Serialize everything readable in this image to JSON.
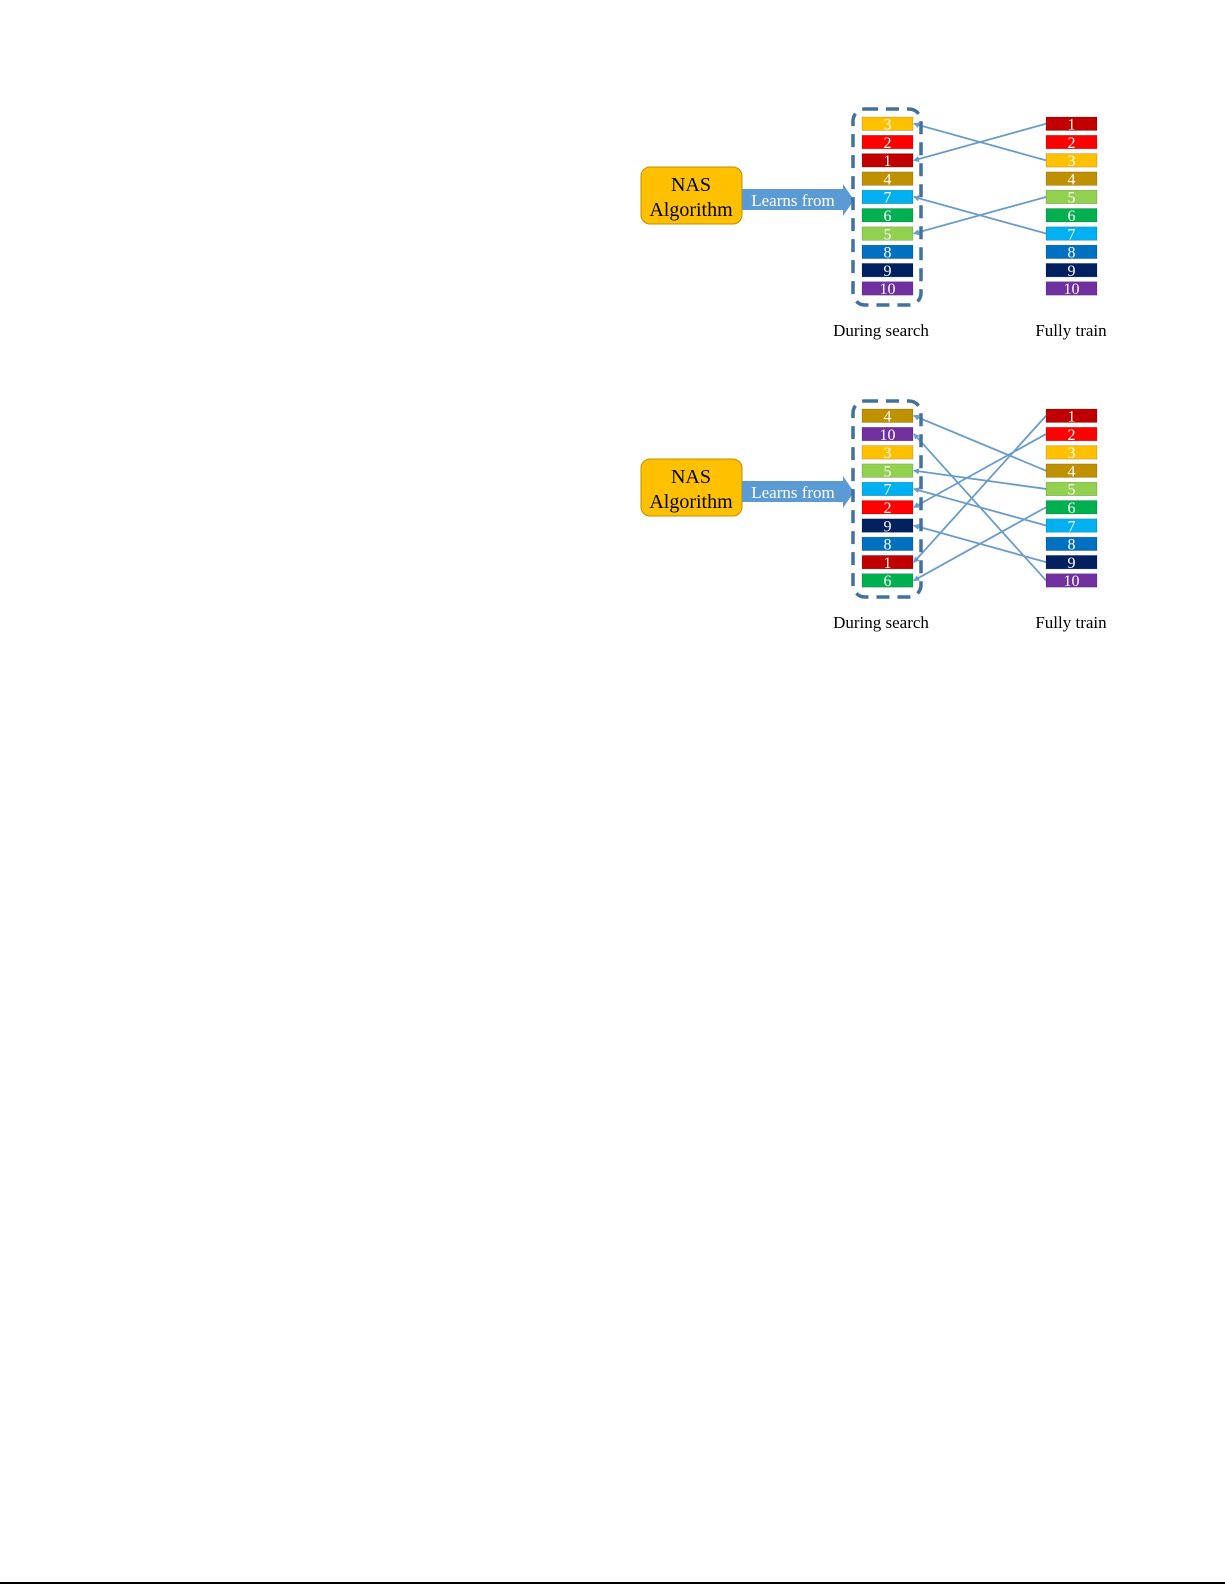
{
  "colors": {
    "1": "#C00000",
    "2": "#FF0000",
    "3": "#FFC000",
    "4": "#BF9000",
    "5": "#92D050",
    "6": "#00B050",
    "7": "#00B0F0",
    "8": "#0070C0",
    "9": "#002060",
    "10": "#7030A0",
    "nas_box_fill": "#FFC000",
    "nas_box_stroke": "#BF9000",
    "arrow_fill": "#5B9BD5",
    "line": "#6A9CCB",
    "dashed_box": "#41719C"
  },
  "diagrams": [
    {
      "nas_label_line1": "NAS",
      "nas_label_line2": "Algorithm",
      "arrow_label": "Learns from",
      "left_caption": "During search",
      "right_caption": "Fully train",
      "during_search_order": [
        "3",
        "2",
        "1",
        "4",
        "7",
        "6",
        "5",
        "8",
        "9",
        "10"
      ],
      "fully_train_order": [
        "1",
        "2",
        "3",
        "4",
        "5",
        "6",
        "7",
        "8",
        "9",
        "10"
      ],
      "connections": [
        "1",
        "3",
        "5",
        "7"
      ]
    },
    {
      "nas_label_line1": "NAS",
      "nas_label_line2": "Algorithm",
      "arrow_label": "Learns from",
      "left_caption": "During search",
      "right_caption": "Fully train",
      "during_search_order": [
        "4",
        "10",
        "3",
        "5",
        "7",
        "2",
        "9",
        "8",
        "1",
        "6"
      ],
      "fully_train_order": [
        "1",
        "2",
        "3",
        "4",
        "5",
        "6",
        "7",
        "8",
        "9",
        "10"
      ],
      "connections": [
        "1",
        "2",
        "4",
        "5",
        "6",
        "7",
        "9",
        "10"
      ]
    }
  ]
}
